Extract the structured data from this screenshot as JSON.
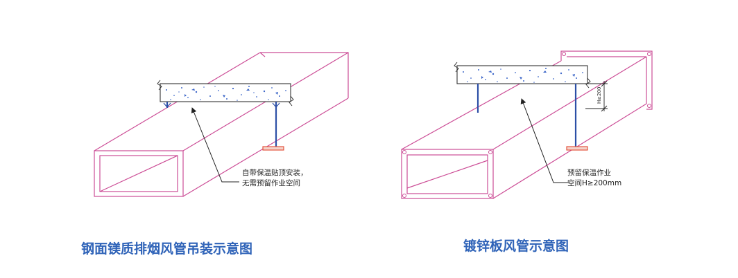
{
  "colors": {
    "duct": "#cc4d96",
    "rod": "#2c4fa6",
    "bracket": "#e2462e",
    "slab_dots": "#3c66c8",
    "caption": "#2f63b8",
    "line": "#222222"
  },
  "left_diagram": {
    "title": "钢面镁质排烟风管吊装示意图",
    "callout_line1": "自带保温贴顶安装，",
    "callout_line2": "无需预留作业空间"
  },
  "right_diagram": {
    "title": "镀锌板风管示意图",
    "callout_line1": "预留保温作业",
    "callout_line2": "空间H≥200mm",
    "dimension_label": "H≥200"
  }
}
